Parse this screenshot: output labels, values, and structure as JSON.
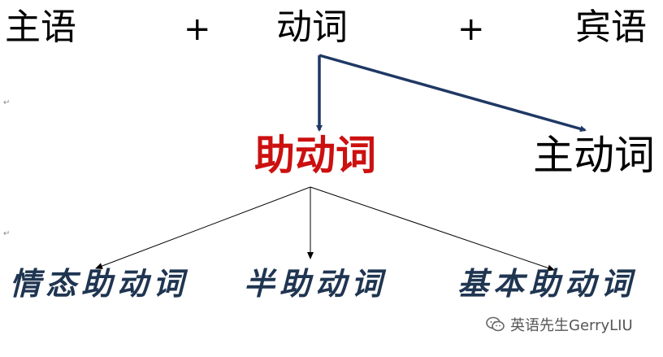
{
  "top_row": {
    "subject": "主语",
    "plus1": "+",
    "verb": "动词",
    "plus2": "+",
    "object": "宾语"
  },
  "middle_row": {
    "auxiliary": "助动词",
    "main_verb": "主动词"
  },
  "bottom_row": {
    "modal": "情态助动词",
    "semi": "半助动词",
    "basic": "基本助动词"
  },
  "paragraph_mark": "↵",
  "watermark": {
    "icon": "wechat-icon",
    "text": "英语先生GerryLIU"
  },
  "colors": {
    "auxiliary_text": "#cc1010",
    "bottom_text": "#1f3551",
    "thick_arrow": "#1f3864",
    "thin_arrow": "#000000"
  }
}
